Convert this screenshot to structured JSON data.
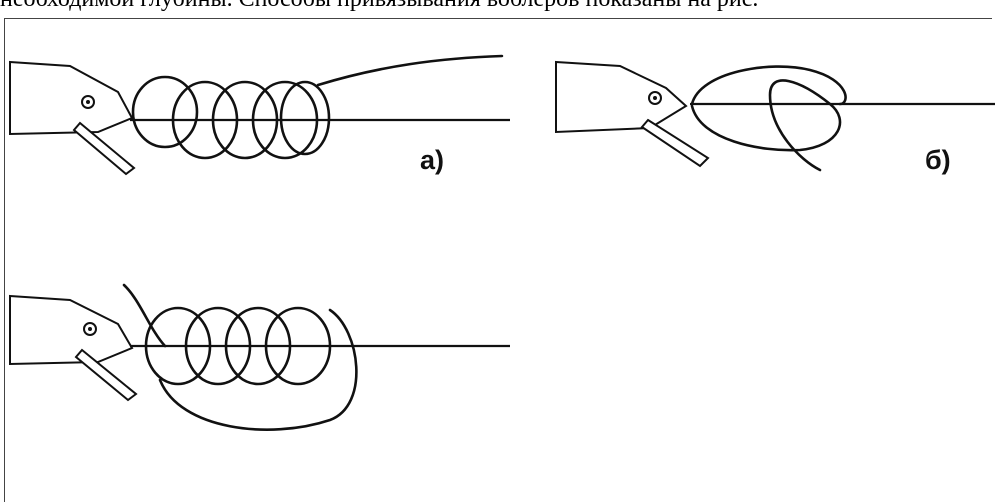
{
  "caption": "необходимой глубины. Способы привязывания воблеров показаны на рис.",
  "panel_a": {
    "label": "а)"
  },
  "panel_b": {
    "label": "б)"
  },
  "icons": [
    "lure-body",
    "split-ring",
    "knot-loop",
    "fishing-line"
  ]
}
